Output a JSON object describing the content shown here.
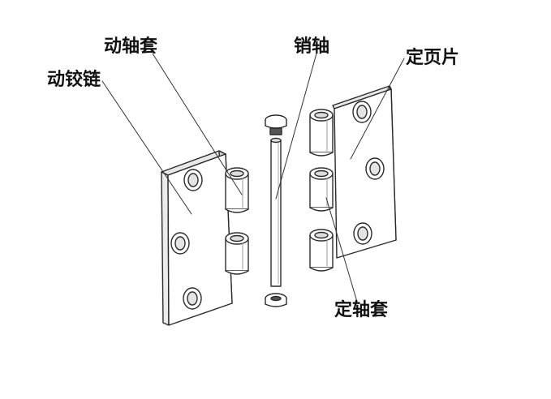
{
  "labels": {
    "moving_hinge": "动铰链",
    "moving_sleeve": "动轴套",
    "pin": "销轴",
    "fixed_leaf": "定页片",
    "fixed_sleeve": "定轴套"
  },
  "colors": {
    "line": "#2a2a2a",
    "fill": "#ffffff",
    "shade": "#d8d8d8",
    "dark": "#555555"
  }
}
